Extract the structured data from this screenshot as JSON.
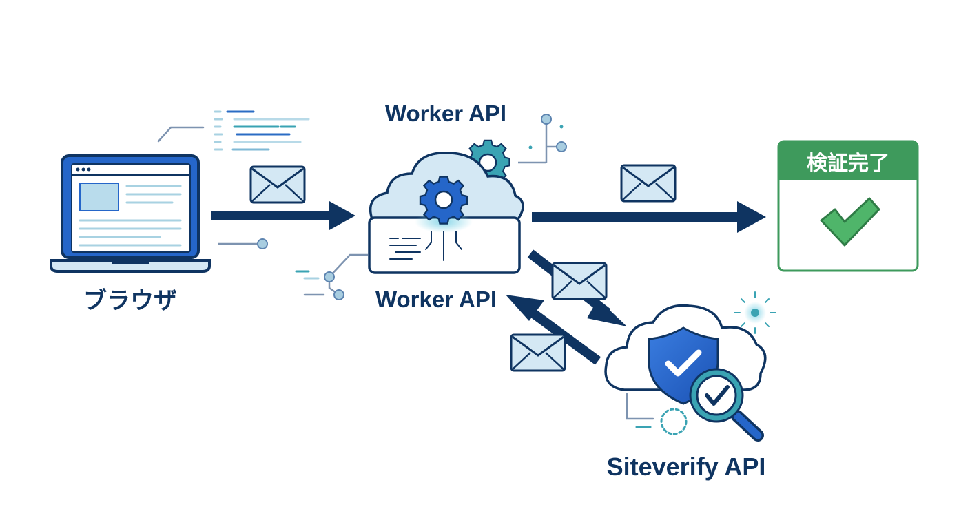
{
  "nodes": {
    "browser": {
      "label": "ブラウザ"
    },
    "worker_top": {
      "label": "Worker API"
    },
    "worker_bottom": {
      "label": "Worker API"
    },
    "siteverify": {
      "label": "Siteverify API"
    },
    "verified": {
      "label": "検証完了"
    }
  },
  "icons": {
    "laptop": "laptop-icon",
    "cloud": "cloud-server-icon",
    "gear": "gear-icon",
    "envelope": "envelope-icon",
    "shield": "shield-check-icon",
    "magnifier": "magnifier-check-icon",
    "check": "check-icon"
  },
  "colors": {
    "navy": "#0f3461",
    "blue": "#2566c9",
    "light_blue": "#d4e8f4",
    "teal": "#3aa3b3",
    "green": "#3e9a5c",
    "green_check": "#4fb56a"
  }
}
